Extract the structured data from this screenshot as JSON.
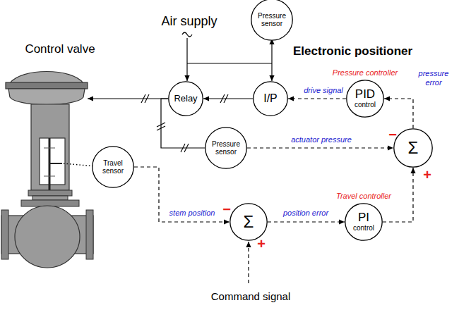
{
  "diagram": {
    "nodes": [
      {
        "text": [
          "Electronic positioner"
        ]
      },
      {
        "text": [
          "Pressure sensor"
        ],
        "in": 0
      },
      {
        "text": [
          "Relay"
        ],
        "in": 0
      },
      {
        "text": [
          "I/P"
        ],
        "in": 0
      },
      {
        "text": [
          "Pressure controller",
          "PID",
          "control"
        ],
        "in": 0
      },
      {
        "text": [
          "Pressure sensor"
        ],
        "in": 0
      },
      {
        "text": [
          "Σ"
        ],
        "in": 0
      },
      {
        "text": [
          "Travel sensor"
        ],
        "in": 0
      },
      {
        "text": [
          "Σ"
        ],
        "in": 0
      },
      {
        "text": [
          "Travel controller",
          "PI",
          "control"
        ],
        "in": 0
      }
    ],
    "edges": [
      {
        "from": 3,
        "to": 2,
        "arrow": "to"
      },
      {
        "from": 4,
        "to": 3,
        "label": "drive signal",
        "arrow": "to"
      },
      {
        "from": 6,
        "to": 4,
        "label": "pressure error",
        "arrow": "to"
      },
      {
        "from": 2,
        "to": 5,
        "arrow": "none"
      },
      {
        "from": 5,
        "to": 6,
        "label": "actuator pressure",
        "arrow": "to"
      },
      {
        "from": 7,
        "to": 8,
        "label": "stem position",
        "arrow": "to"
      },
      {
        "from": 8,
        "to": 9,
        "label": "position error",
        "arrow": "to"
      },
      {
        "from": 9,
        "to": 6,
        "arrow": "to"
      }
    ],
    "labels": [
      "Air supply",
      "Control valve",
      "−",
      "+",
      "−",
      "+",
      "Command signal"
    ]
  }
}
